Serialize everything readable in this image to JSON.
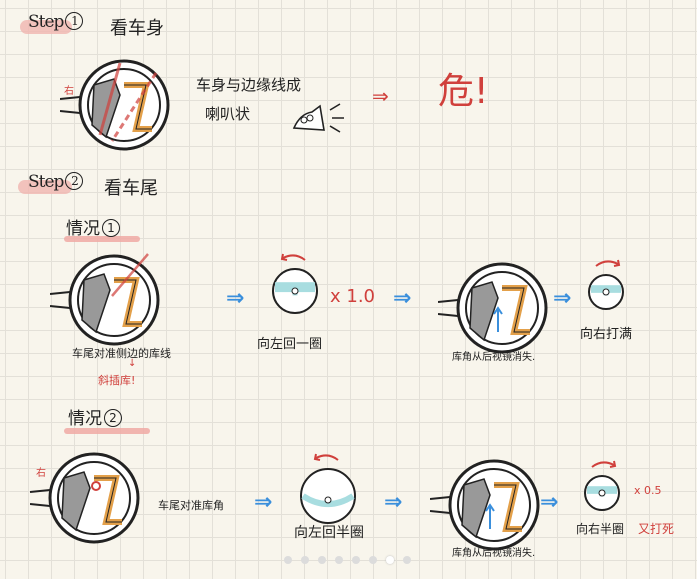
{
  "step1": {
    "label": "Step",
    "num": "1",
    "title": "看车身",
    "side_label": "右",
    "desc_line1": "车身与边缘线成",
    "desc_line2": "喇叭状",
    "result": "危!"
  },
  "step2": {
    "label": "Step",
    "num": "2",
    "title": "看车尾",
    "case1": {
      "label": "情况",
      "num": "1",
      "mirror_caption": "车尾对准侧边的库线",
      "warning": "斜插库!",
      "wheel1_caption": "向左回一圈",
      "multiplier": "x 1.0",
      "mirror2_caption": "库角从后视镜消失.",
      "wheel2_caption": "向右打满"
    },
    "case2": {
      "label": "情况",
      "num": "2",
      "side_label": "右",
      "mirror_caption": "车尾对准库角",
      "wheel1_caption": "向左回半圈",
      "mirror2_caption": "库角从后视镜消失.",
      "wheel2_caption": "向右半圈",
      "multiplier": "x 0.5",
      "note": "又打死"
    }
  },
  "arrow_symbol": "⇒",
  "colors": {
    "red": "#d0403c",
    "blue": "#3a8fdc",
    "orange": "#e3a04a",
    "teal": "#a8dde0"
  },
  "pagination": {
    "total": 8,
    "active": 6
  }
}
